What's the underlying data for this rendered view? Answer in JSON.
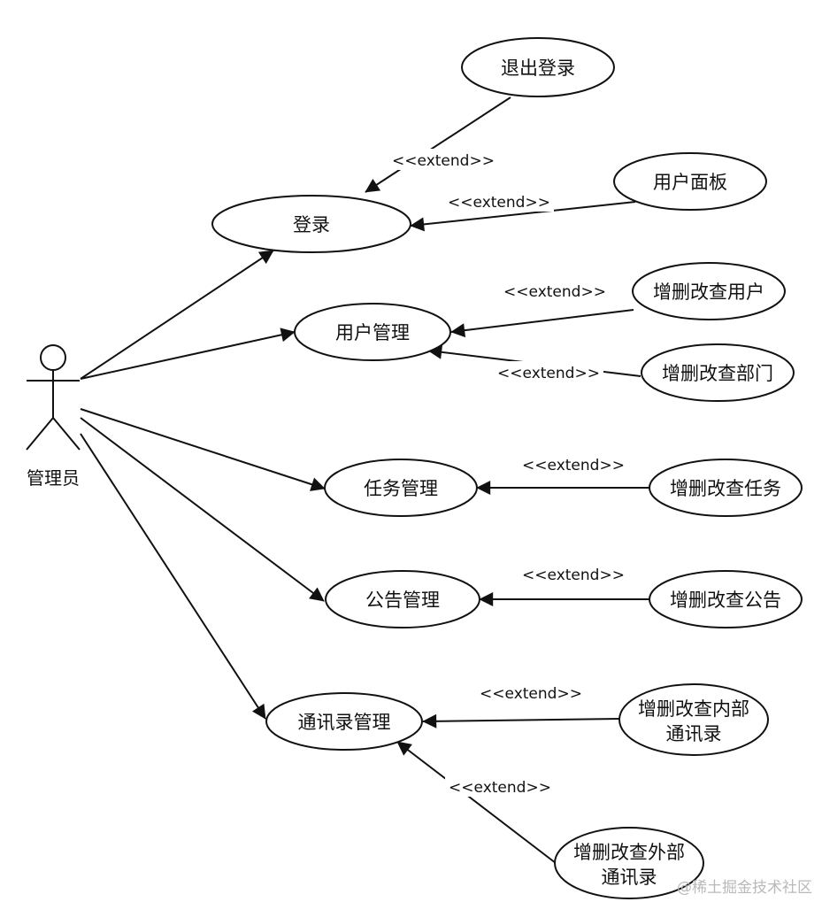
{
  "actor": {
    "name": "管理员"
  },
  "use_cases": {
    "login": "登录",
    "logout": "退出登录",
    "user_panel": "用户面板",
    "user_mgmt": "用户管理",
    "crud_user": "增删改查用户",
    "crud_dept": "增删改查部门",
    "task_mgmt": "任务管理",
    "crud_task": "增删改查任务",
    "notice_mgmt": "公告管理",
    "crud_notice": "增删改查公告",
    "contacts_mgmt": "通讯录管理",
    "crud_internal_contacts": [
      "增删改查内部",
      "通讯录"
    ],
    "crud_external_contacts": [
      "增删改查外部",
      "通讯录"
    ]
  },
  "relation_label": "<<extend>>",
  "watermark": "@稀土掘金技术社区",
  "colors": {
    "stroke": "#111111",
    "background": "#ffffff"
  }
}
